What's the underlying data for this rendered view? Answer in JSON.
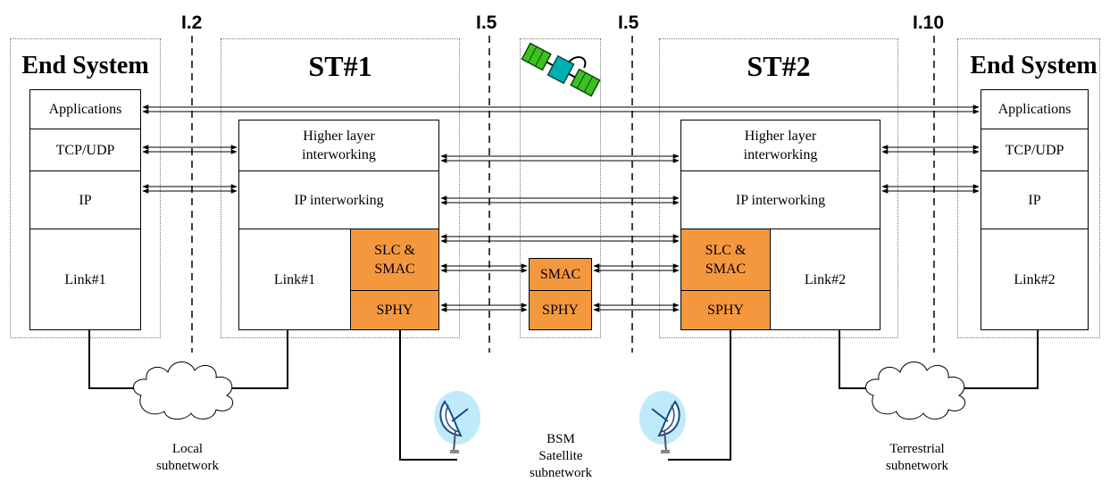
{
  "interfaces": {
    "i2": "I.2",
    "i5_left": "I.5",
    "i5_right": "I.5",
    "i10": "I.10"
  },
  "left_end_system": {
    "title": "End System",
    "applications": "Applications",
    "tcp_udp": "TCP/UDP",
    "ip": "IP",
    "link": "Link#1"
  },
  "st1": {
    "title": "ST#1",
    "higher_layer": "Higher layer\ninterworking",
    "ip_interworking": "IP interworking",
    "link": "Link#1",
    "slc_smac": "SLC &\nSMAC",
    "sphy": "SPHY"
  },
  "satellite": {
    "smac": "SMAC",
    "sphy": "SPHY"
  },
  "st2": {
    "title": "ST#2",
    "higher_layer": "Higher layer\ninterworking",
    "ip_interworking": "IP interworking",
    "slc_smac": "SLC &\nSMAC",
    "sphy": "SPHY",
    "link": "Link#2"
  },
  "right_end_system": {
    "title": "End System",
    "applications": "Applications",
    "tcp_udp": "TCP/UDP",
    "ip": "IP",
    "link": "Link#2"
  },
  "captions": {
    "local": "Local\nsubnetwork",
    "bsm": "BSM\nSatellite\nsubnetwork",
    "terrestrial": "Terrestrial\nsubnetwork"
  },
  "colors": {
    "orange": "#f4983e",
    "satellite_body": "#00b0b0",
    "satellite_panel": "#40c020",
    "dish_glow": "#b8e8f8"
  },
  "icons": [
    "satellite-icon",
    "satellite-dish-icon",
    "cloud-icon"
  ]
}
